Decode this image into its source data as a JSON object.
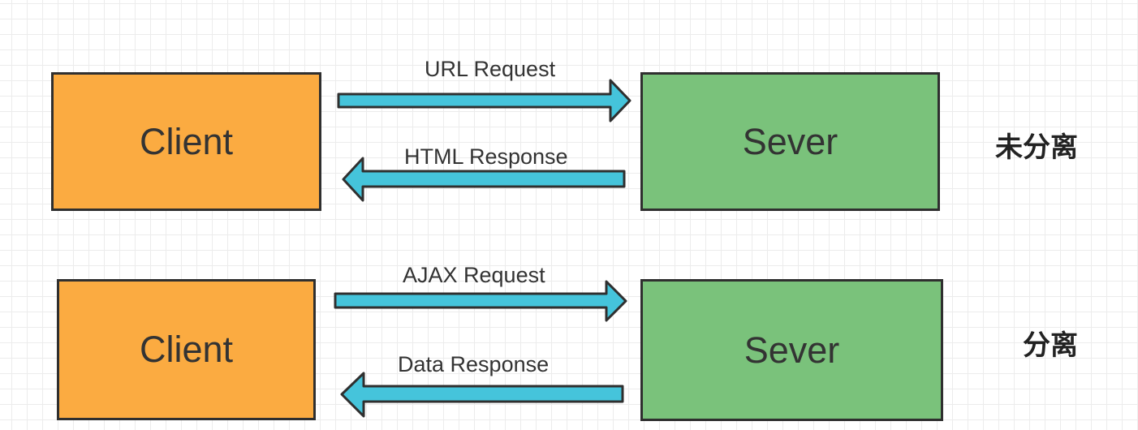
{
  "colors": {
    "client_fill": "#FBAB41",
    "server_fill": "#7AC27B",
    "arrow_fill": "#45C4DB",
    "stroke": "#2F2F2F"
  },
  "rows": [
    {
      "client_label": "Client",
      "server_label": "Sever",
      "request_label": "URL Request",
      "response_label": "HTML Response",
      "mode_label": "未分离"
    },
    {
      "client_label": "Client",
      "server_label": "Sever",
      "request_label": "AJAX Request",
      "response_label": "Data Response",
      "mode_label": "分离"
    }
  ]
}
